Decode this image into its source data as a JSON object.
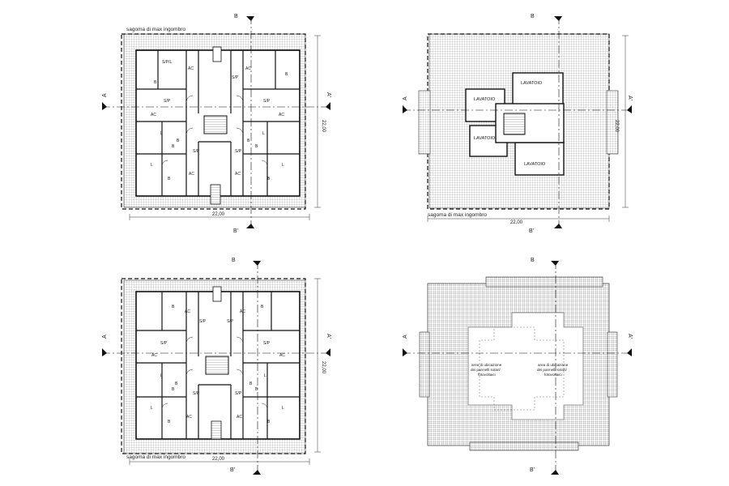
{
  "sheet": {
    "plans": [
      {
        "id": "plan-1",
        "section_top": "B",
        "section_bottom": "B'",
        "section_left": "A",
        "section_right": "A'",
        "outline_label": "sagoma di max ingombro",
        "dim_horizontal": "22,00",
        "dim_vertical": "22,00",
        "rooms": [
          "S/P/L",
          "AC",
          "B",
          "S/P",
          "AC",
          "B",
          "S/P",
          "AC",
          "S/P",
          "AC",
          "L",
          "B",
          "L",
          "B",
          "L",
          "B",
          "L",
          "B",
          "S/P",
          "S/P",
          "AC",
          "AC",
          "B",
          "B"
        ]
      },
      {
        "id": "plan-2",
        "section_top": "B",
        "section_bottom": "B'",
        "section_left": "A",
        "section_right": "A'",
        "outline_label": "sagoma di max ingombro",
        "dim_horizontal": "22,00",
        "dim_vertical": "22,00",
        "rooms": [
          "LAVATOIO",
          "LAVATOIO",
          "LAVATOIO",
          "LAVATOIO"
        ]
      },
      {
        "id": "plan-3",
        "section_top": "B",
        "section_bottom": "B'",
        "section_left": "A",
        "section_right": "A'",
        "outline_label": "sagoma di max ingombro",
        "dim_horizontal": "22,00",
        "dim_vertical": "22,00",
        "rooms": [
          "AC",
          "S/P",
          "AC",
          "S/P",
          "S/P",
          "AC",
          "S/P",
          "AC",
          "L",
          "B",
          "L",
          "B",
          "L",
          "B",
          "L",
          "B",
          "S/P",
          "S/P",
          "AC",
          "AC",
          "B",
          "B",
          "B",
          "B"
        ]
      },
      {
        "id": "plan-4",
        "section_top": "B",
        "section_bottom": "B'",
        "section_left": "A",
        "section_right": "A'",
        "solar_note_1": [
          "area di ubicazione",
          "dei pannelli solari/",
          "fotovoltaici"
        ],
        "solar_note_2": [
          "area di ubicazione",
          "dei pannelli solari/",
          "fotovoltaici"
        ]
      }
    ]
  }
}
